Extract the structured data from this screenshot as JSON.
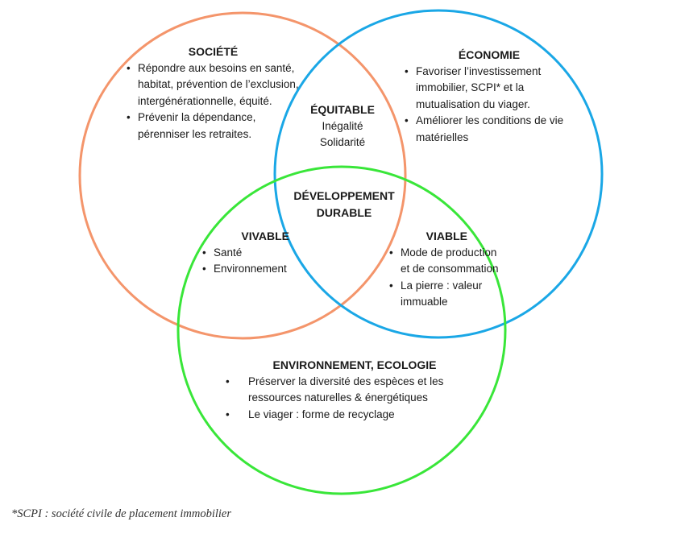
{
  "colors": {
    "societe": "#f4956b",
    "economie": "#1aa7e6",
    "environnement": "#39e639"
  },
  "societe": {
    "title": "SOCIÉTÉ",
    "items": [
      "Répondre aux besoins en santé, habitat, prévention de l’exclusion, intergénérationnelle, équité.",
      "Prévenir la dépendance, pérenniser les retraites."
    ]
  },
  "economie": {
    "title": "ÉCONOMIE",
    "items": [
      "Favoriser l’investissement immobilier, SCPI* et la mutualisation du viager.",
      "Améliorer les conditions de vie matérielles"
    ]
  },
  "equitable": {
    "title": "ÉQUITABLE",
    "lines": [
      "Inégalité",
      "Solidarité"
    ]
  },
  "center": {
    "title": "DÉVELOPPEMENT DURABLE"
  },
  "vivable": {
    "title": "VIVABLE",
    "items": [
      "Santé",
      "Environnement"
    ]
  },
  "viable": {
    "title": "VIABLE",
    "items": [
      "Mode de production et de consommation",
      "La pierre : valeur immuable"
    ]
  },
  "environnement": {
    "title": "ENVIRONNEMENT, ECOLOGIE",
    "items": [
      "Préserver la diversité des espèces et les ressources naturelles & énergétiques",
      "Le viager : forme de recyclage"
    ]
  },
  "footnote": "*SCPI : société civile de placement immobilier"
}
